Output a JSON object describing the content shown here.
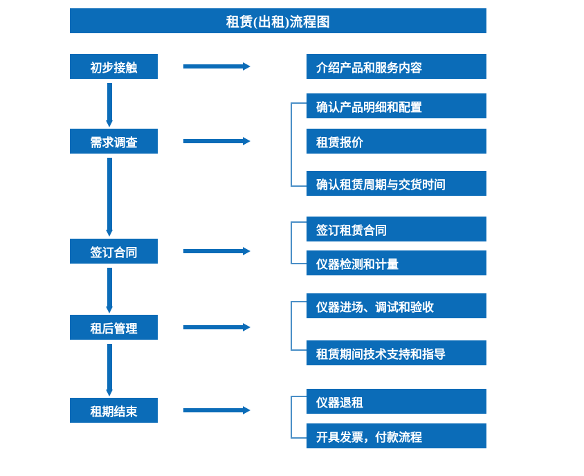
{
  "diagram": {
    "title": "租赁(出租)流程图",
    "accent_color": "#0b6cb8",
    "bracket_color": "#4a8fc7",
    "text_color": "#ffffff",
    "background_color": "#ffffff"
  },
  "stages": [
    {
      "label": "初步接触",
      "details": [
        "介绍产品和服务内容"
      ],
      "has_bracket": false,
      "arrow": "arrow-right"
    },
    {
      "label": "需求调查",
      "details": [
        "确认产品明细和配置",
        "租赁报价",
        "确认租赁周期与交货时间"
      ],
      "has_bracket": true,
      "arrow": "arrow-right"
    },
    {
      "label": "签订合同",
      "details": [
        "签订租赁合同",
        "仪器检测和计量"
      ],
      "has_bracket": true,
      "arrow": "arrow-right"
    },
    {
      "label": "租后管理",
      "details": [
        "仪器进场、调试和验收",
        "租赁期间技术支持和指导"
      ],
      "has_bracket": true,
      "arrow": "arrow-right"
    },
    {
      "label": "租期结束",
      "details": [
        "仪器退租",
        "开具发票，付款流程"
      ],
      "has_bracket": true,
      "arrow": "arrow-right"
    }
  ],
  "connectors": {
    "down_arrow_icon": "arrow-down-icon",
    "right_arrow_icon": "arrow-right-icon",
    "bracket_icon": "bracket-icon"
  }
}
